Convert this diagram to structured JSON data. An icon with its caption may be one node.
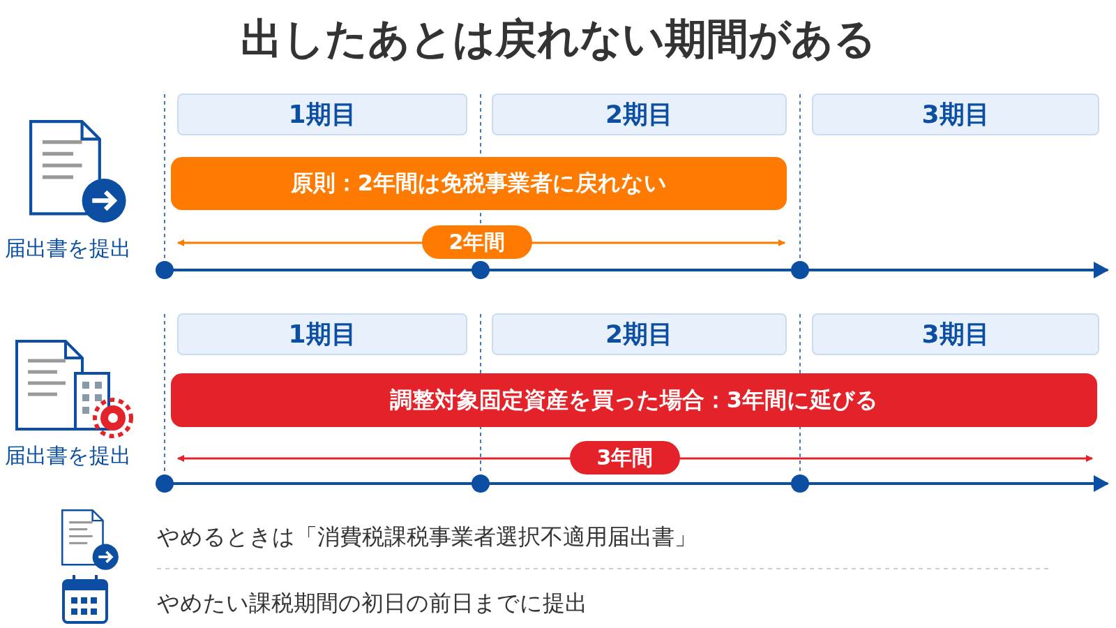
{
  "diagram": {
    "title": "出したあとは戻れない期間がある",
    "nodes": [
      {
        "text": [
          "1期目"
        ]
      },
      {
        "text": [
          "2期目"
        ]
      },
      {
        "text": [
          "3期目"
        ]
      },
      {
        "text": [
          "原則：2年間は免税事業者に戻れない"
        ]
      },
      {
        "text": [
          "2年間"
        ]
      },
      {
        "text": [
          "1期目"
        ]
      },
      {
        "text": [
          "2期目"
        ]
      },
      {
        "text": [
          "3期目"
        ]
      },
      {
        "text": [
          "調整対象固定資産を買った場合：3年間に延びる"
        ]
      },
      {
        "text": [
          "3年間"
        ]
      }
    ],
    "labels": [
      "届出書を提出",
      "届出書を提出",
      "やめるときは「消費税課税事業者選択不適用届出書」",
      "やめたい課税期間の初日の前日までに提出"
    ]
  }
}
